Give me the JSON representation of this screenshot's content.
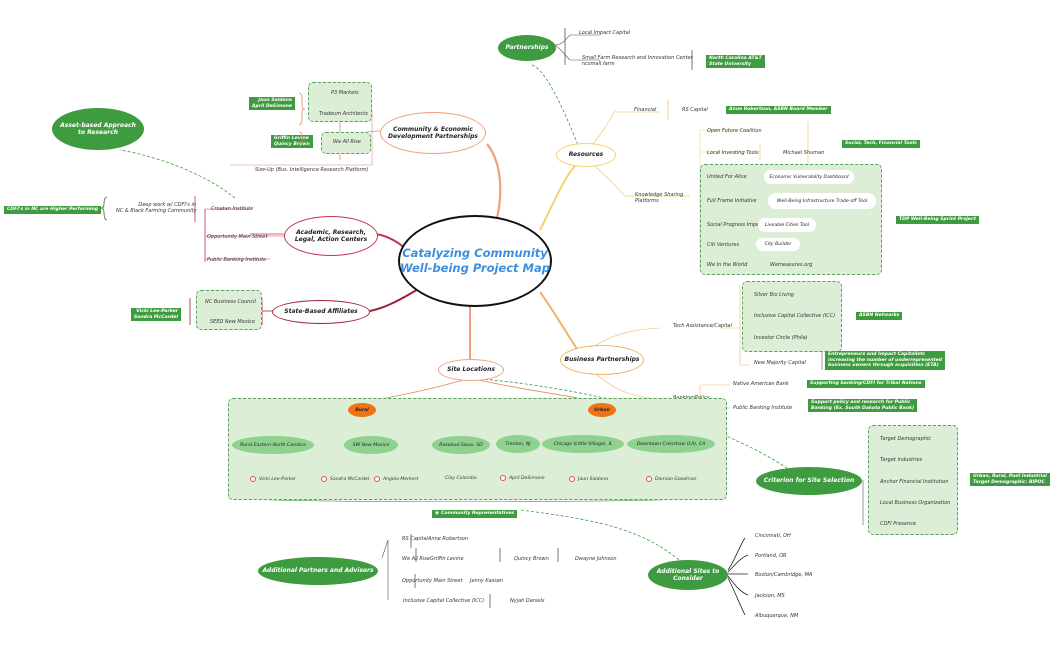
{
  "center_title": "Catalyzing Community Well-being Project Map",
  "main_topics": {
    "community": "Community & Economic Development Partnerships",
    "academic": "Academic, Research, Legal, Action Centers",
    "state": "State-Based Affiliates",
    "site_locations": "Site Locations",
    "resources": "Resources",
    "business": "Business Partnerships"
  },
  "green_nodes": {
    "asset": "Asset-based Approach to Research",
    "partnerships": "Partnerships",
    "criterion": "Criterion for Site Selection",
    "additional_partners": "Additional Partners and Advisors",
    "additional_sites": "Additional Sites to Consider"
  },
  "community": {
    "items": [
      "P3 Markets",
      "Tradeum Architects",
      "We All Rise"
    ],
    "sizeup": "Size-Up (Bus. Intelligence Research Platform)",
    "labels": [
      "Jaun Saldana\nApril DeSimone",
      "Griffin Levine\nQuincy Brown"
    ]
  },
  "academic": {
    "items": [
      "Croatan Institute",
      "Opportunity Main Street",
      "Public Banking Institute"
    ],
    "deep_work": "Deep work w/ CDFI's in\nNC & Black Farming Community",
    "cdfi_label": "CDFI's in NC are Higher Performing"
  },
  "state": {
    "items": [
      "NC Business Council",
      "SEED New Mexico"
    ],
    "label": "Vicki Lee-Parker\nSandra McCardel"
  },
  "partnerships": {
    "items": [
      "Local Impact Capital",
      "Small Farm Research and Innovation Center\nncsmall.farm"
    ],
    "label": "North Carolina AT&T\nState University"
  },
  "resources": {
    "financial": "Financial",
    "rs_capital": "RS Capital",
    "rs_label": "Anne Robertson, ASBN Board Member",
    "open_future": "Open Future Coalition",
    "local_investing": "Local Investing Tools",
    "michael": "Michael Shuman",
    "tools_label": "Social, Tech, Financial Tools",
    "knowledge": "Knowledge Sharing\nPlatforms",
    "platforms": [
      "United For Alice",
      "Full Frame Initiative",
      "Social Progress Imperative",
      "Citi Ventures",
      "We In the World"
    ],
    "tools": [
      "Economic Vulnerability Dashboard",
      "Well-Being Infrastructure Trade-off Tool",
      "Liveable Cities Tool",
      "City Builder",
      "Wemeasures.org"
    ],
    "tdp_label": "TDP Well-Being Sprint Project"
  },
  "business": {
    "tech": "Tech Assistance/Capital",
    "items": [
      "Silver Bio Living",
      "Inclusive Capital Collective (ICC)",
      "Investor Circle (Phila)"
    ],
    "asbn_label": "ASBN Networks",
    "new_majority": "New Majority Capital",
    "nm_label": "Entrepreneurs and Impact Capitalists\nincreasing the number of underrepresented\nbusiness owners through acquisition (ETA)",
    "banking": "Banking/Policy",
    "native": "Native American Bank",
    "native_label": "Supporting banking/CDFI for Tribal Nations",
    "pbi": "Public Banking Institute",
    "pbi_label": "Support policy and research for Public\nBanking (Ex. South Dakota Public Bank)"
  },
  "sites": {
    "rural": "Rural",
    "urban": "Urban",
    "locations": [
      "Rural Eastern North Carolina",
      "SW New Mexico",
      "Rosebud Sioux, SD",
      "Trenton, NJ",
      "Chicago (Little Village), IL",
      "Downtown Crenshaw (LA), CA"
    ],
    "people": [
      "Vicki Lee-Parker",
      "Sandra McCardel",
      "Angela Merkert",
      "Clay Colombo",
      "April DeSimone",
      "Jaun Saldana",
      "Damian Goodman"
    ],
    "community_reps": "Community Representatives"
  },
  "criterion": {
    "items": [
      "Target Demographic",
      "Target Industries",
      "Anchor Financial Institution",
      "Local Business Organization",
      "CDFI Presence"
    ],
    "label": "Urban, Rural, Post Industrial\nTarget Demographic: BIPOC"
  },
  "additional_partners": {
    "rs_capital": "RS Capital",
    "anne": "Anne Robertson",
    "we_all_rise": "We All Rise",
    "griffin": "Griffin Levine",
    "quincy": "Quincy Brown",
    "dwayne": "Dwayne Johnson",
    "oms": "Opportunity Main Street",
    "jenny": "Jenny Kassan",
    "icc": "Inclusive Capital Collective (ICC)",
    "nyjah": "Nyjah Daniels"
  },
  "additional_sites": [
    "Cincinnati, OH",
    "Portland, OR",
    "Boston/Cambridge, MA",
    "Jackson, MS",
    "Albuquerque, NM"
  ]
}
